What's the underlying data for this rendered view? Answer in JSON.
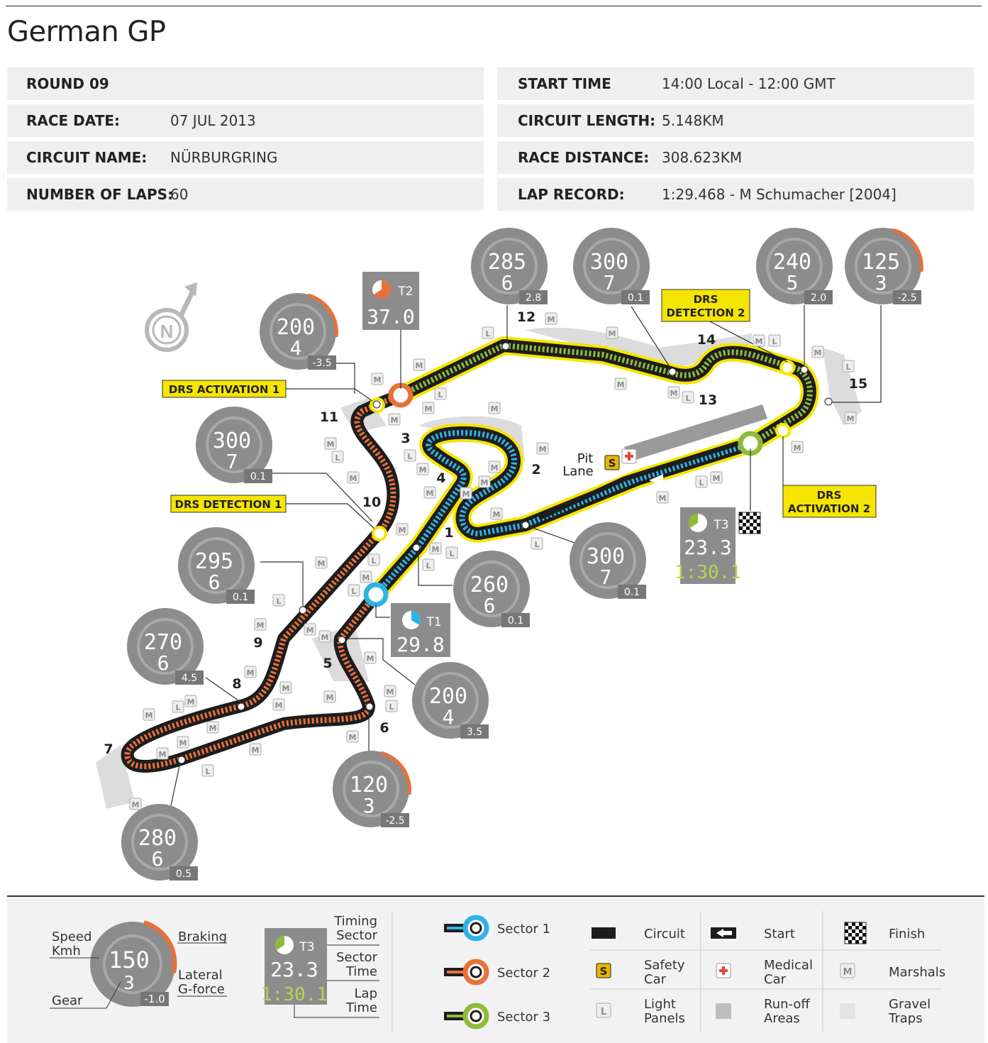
{
  "title": "German GP",
  "info": {
    "round_label": "ROUND 09",
    "race_date_label": "RACE DATE:",
    "race_date": "07 JUL 2013",
    "circuit_name_label": "CIRCUIT NAME:",
    "circuit_name": "NÜRBURGRING",
    "laps_label": "NUMBER OF LAPS:",
    "laps": "60",
    "start_time_label": "START TIME",
    "start_time": "14:00 Local - 12:00 GMT",
    "circuit_length_label": "CIRCUIT LENGTH:",
    "circuit_length": "5.148KM",
    "race_distance_label": "RACE DISTANCE:",
    "race_distance": "308.623KM",
    "lap_record_label": "LAP RECORD:",
    "lap_record": "1:29.468 - M Schumacher [2004]"
  },
  "map": {
    "compass_letter": "N",
    "callouts": {
      "drs_activation_1": "DRS ACTIVATION 1",
      "drs_detection_1": "DRS DETECTION 1",
      "drs_detection_2_l1": "DRS",
      "drs_detection_2_l2": "DETECTION 2",
      "drs_activation_2_l1": "DRS",
      "drs_activation_2_l2": "ACTIVATION 2"
    },
    "pit_lane_l1": "Pit",
    "pit_lane_l2": "Lane",
    "safety_car_mark": "S",
    "turns": [
      "1",
      "2",
      "3",
      "4",
      "5",
      "6",
      "7",
      "8",
      "9",
      "10",
      "11",
      "12",
      "13",
      "14",
      "15"
    ],
    "gauges": [
      {
        "speed": "285",
        "gear": "6",
        "g": "2.8"
      },
      {
        "speed": "300",
        "gear": "7",
        "g": "0.1"
      },
      {
        "speed": "240",
        "gear": "5",
        "g": "2.0"
      },
      {
        "speed": "125",
        "gear": "3",
        "g": "-2.5"
      },
      {
        "speed": "200",
        "gear": "4",
        "g": "-3.5"
      },
      {
        "speed": "300",
        "gear": "7",
        "g": "0.1"
      },
      {
        "speed": "295",
        "gear": "6",
        "g": "0.1"
      },
      {
        "speed": "260",
        "gear": "6",
        "g": "0.1"
      },
      {
        "speed": "300",
        "gear": "7",
        "g": "0.1"
      },
      {
        "speed": "270",
        "gear": "6",
        "g": "4.5"
      },
      {
        "speed": "200",
        "gear": "4",
        "g": "3.5"
      },
      {
        "speed": "120",
        "gear": "3",
        "g": "-2.5"
      },
      {
        "speed": "280",
        "gear": "6",
        "g": "0.5"
      }
    ],
    "timing": {
      "t1": {
        "label": "T1",
        "time": "29.8"
      },
      "t2": {
        "label": "T2",
        "time": "37.0"
      },
      "t3": {
        "label": "T3",
        "time": "23.3",
        "lap": "1:30.1"
      }
    },
    "marshal_mark": "M",
    "light_mark": "L",
    "colors": {
      "sector1": "#2fb3e6",
      "sector2": "#e8713a",
      "sector3": "#8fbb3a",
      "drs": "#f5e500",
      "gauge": "#8c8c8c",
      "track": "#1d1d1d"
    }
  },
  "legend": {
    "speed_l1": "Speed",
    "speed_l2": "Kmh",
    "braking": "Braking",
    "lateral_l1": "Lateral",
    "lateral_l2": "G-force",
    "gear": "Gear",
    "sample_speed": "150",
    "sample_gear": "3",
    "sample_g": "-1.0",
    "timing_sector_l1": "Timing",
    "timing_sector_l2": "Sector",
    "sector_time_l1": "Sector",
    "sector_time_l2": "Time",
    "lap_time_l1": "Lap",
    "lap_time_l2": "Time",
    "sample_timing_label": "T3",
    "sample_sector_time": "23.3",
    "sample_lap_time": "1:30.1",
    "sector1": "Sector 1",
    "sector2": "Sector 2",
    "sector3": "Sector 3",
    "circuit": "Circuit",
    "start": "Start",
    "finish": "Finish",
    "safety_l1": "Safety",
    "safety_l2": "Car",
    "medical_l1": "Medical",
    "medical_l2": "Car",
    "marshals": "Marshals",
    "light_l1": "Light",
    "light_l2": "Panels",
    "runoff_l1": "Run-off",
    "runoff_l2": "Areas",
    "gravel_l1": "Gravel",
    "gravel_l2": "Traps"
  }
}
